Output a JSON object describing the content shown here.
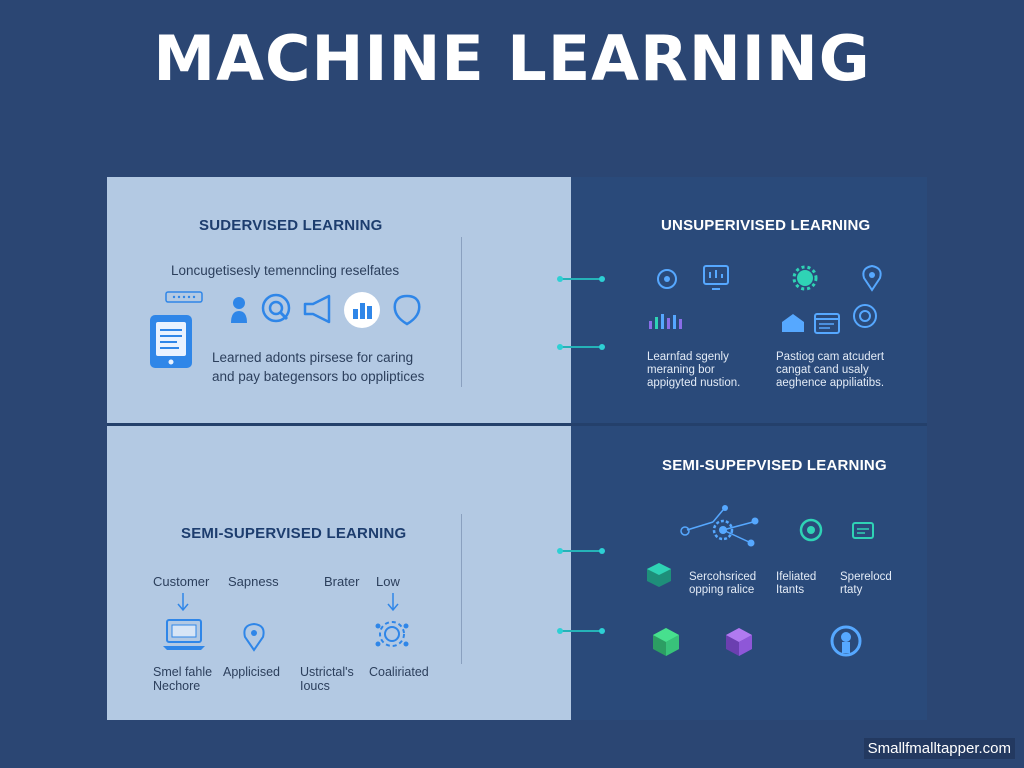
{
  "page": {
    "title": "MACHINE LEARNING"
  },
  "supervised": {
    "heading": "SUDERVISED LEARNING",
    "subtitle": "Loncugetisesly temenncling reselfates",
    "description_line1": "Learned adonts pirsese for caring",
    "description_line2": "and pay bategensors bo oppliptices",
    "icons": [
      "tablet-icon",
      "chip-icon",
      "person-icon",
      "search-icon",
      "megaphone-icon",
      "data-icon",
      "shield-icon"
    ]
  },
  "unsupervised": {
    "heading": "UNSUPERIVISED LEARNING",
    "left_text": [
      "Learnfad sgenly",
      "meraning bor",
      "appigyted nustion."
    ],
    "right_text": [
      "Pastiog cam atcudert",
      "cangat cand usaly",
      "aeghence appiliatibs."
    ],
    "icons": [
      "cluster-icon",
      "monitor-icon",
      "gear-icon",
      "location-icon",
      "bar-chart-icon",
      "home-icon",
      "window-icon",
      "brain-icon"
    ]
  },
  "semi_left": {
    "heading": "SEMI-SUPERVISED LEARNING",
    "labels_top": [
      "Customer",
      "Sapness",
      "Brater",
      "Low"
    ],
    "labels_bottom": [
      "Smel fahle",
      "Nechore",
      "Applicised",
      "Ustrictal's",
      "Ioucs",
      "Coaliriated"
    ],
    "icons": [
      "laptop-icon",
      "location-pin-icon",
      "gear-network-icon"
    ]
  },
  "semi_right": {
    "heading": "SEMI-SUPEPVISED LEARNING",
    "labels": [
      [
        "Sercohsriced",
        "opping ralice"
      ],
      [
        "Ifeliated",
        "Itants"
      ],
      [
        "Sperelocd",
        "rtaty"
      ]
    ],
    "icons": [
      "network-icon",
      "badge-icon",
      "card-icon",
      "cube-icon",
      "cube-green-icon",
      "cube-purple-icon",
      "person-circle-icon"
    ]
  },
  "watermark": "Smallfmalltapper.com",
  "colors": {
    "background": "#2b4673",
    "light_panel": "#b3c9e3",
    "dark_panel": "#2a4a7a",
    "accent_blue": "#2f86e8",
    "accent_teal": "#25b3b8",
    "accent_green": "#3ccf8a",
    "accent_purple": "#9a5bd6"
  }
}
